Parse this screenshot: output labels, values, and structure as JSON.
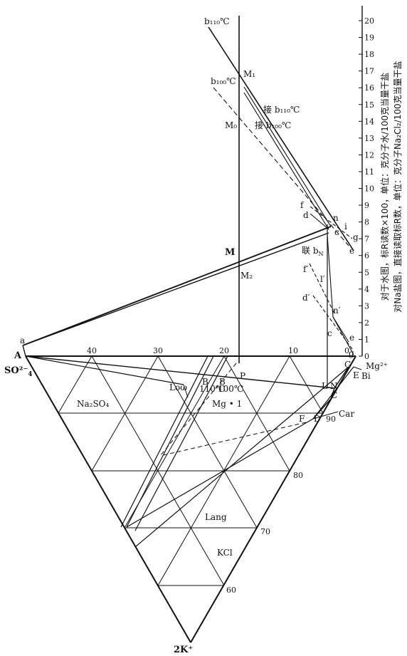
{
  "vertices": {
    "so4": "SO²⁻",
    "so4_sub": "4",
    "a_upper": "A",
    "mg": "Mg²⁺",
    "k": "2K⁺"
  },
  "top_scale": {
    "ticks": [
      "40",
      "30",
      "20",
      "10",
      "0"
    ]
  },
  "right_scale": {
    "ticks": [
      "80",
      "70",
      "60"
    ],
    "top": "90"
  },
  "r_axis": {
    "ticks": [
      "0",
      "1",
      "2",
      "3",
      "4",
      "5",
      "6",
      "7",
      "8",
      "9",
      "10",
      "11",
      "12",
      "13",
      "14",
      "15",
      "16",
      "17",
      "18",
      "19",
      "20"
    ]
  },
  "axis_notes": {
    "line1": "对于水图，标R读数×100，单位：克分子水/100克当量干盐",
    "line2": "对Na盐图，直接读取标R数，单位：克分子Na₂Cl₂/100克当量干盐"
  },
  "regions": {
    "na2so4": "Na₂SO₄",
    "mg1": "Mg • 1",
    "lang": "Lang",
    "kcl": "KCl",
    "loew": "Loω",
    "car": "Car",
    "bi": "Bi"
  },
  "points": {
    "a": "a",
    "b110": "b₁₁₀℃",
    "b100": "b₁₀₀℃",
    "b110_join": "接 b₁₁₀℃",
    "b100_join": "接 b₁₀₀℃",
    "M1": "M₁",
    "M0": "M₀",
    "M": "M",
    "M2": "M₂",
    "f": "f",
    "d": "d",
    "n": "n",
    "i": "i",
    "c": "c",
    "g": "g",
    "e": "e",
    "lian": "联 b",
    "lian_sub": "N",
    "f2": "f′",
    "l2": "l′",
    "d2": "d′",
    "n2": "n′",
    "c2": "c",
    "e2": "e",
    "g2": "g",
    "P": "P",
    "L": "L",
    "N": "N",
    "G": "G",
    "E": "E",
    "C": "C",
    "F": "F",
    "D": "D",
    "B1": "B",
    "B1_t": "110℃",
    "B2": "B",
    "B2_t": "100℃"
  }
}
